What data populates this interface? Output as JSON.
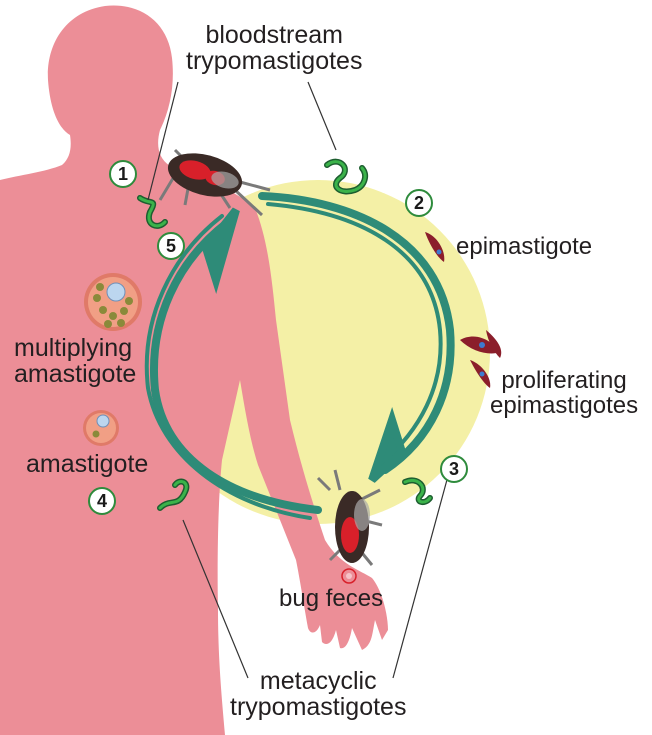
{
  "labels": {
    "bloodstream": [
      "bloodstream",
      "trypomastigotes"
    ],
    "epimastigote": "epimastigote",
    "proliferating": [
      "proliferating",
      "epimastigotes"
    ],
    "multiplying": [
      "multiplying",
      "amastigote"
    ],
    "amastigote": "amastigote",
    "bug_feces": "bug feces",
    "metacyclic": [
      "metacyclic",
      "trypomastigotes"
    ]
  },
  "steps": [
    "1",
    "2",
    "3",
    "4",
    "5"
  ],
  "colors": {
    "body": "#ec8e97",
    "circle": "#f4f0a6",
    "arrow": "#2e8b78",
    "parasite_green": "#2e9e4a",
    "epimastigote_red": "#8b1e2b",
    "text": "#231f20"
  }
}
